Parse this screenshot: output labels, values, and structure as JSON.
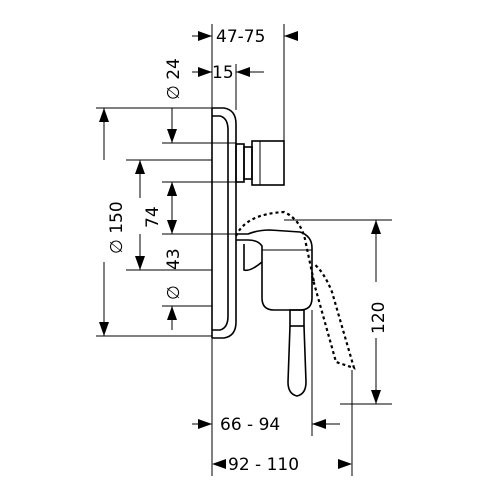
{
  "labels": {
    "d24": "∅ 24",
    "d47_75": "47-75",
    "d15": "15",
    "d150": "∅ 150",
    "d74": "74",
    "d43": "43",
    "d_small": "∅",
    "d120": "120",
    "d66_94": "66 - 94",
    "d92_110": "92 - 110"
  }
}
